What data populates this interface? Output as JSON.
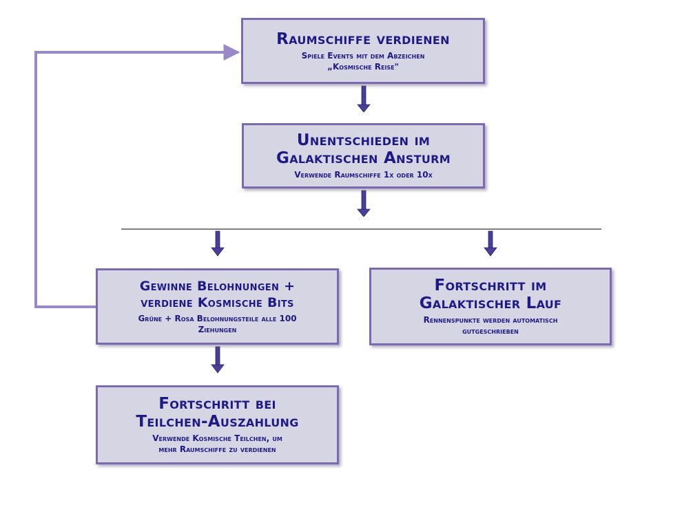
{
  "colors": {
    "box_fill": "#d6d5e3",
    "box_border": "#7b6ab0",
    "text": "#1e1a85",
    "arrow": "#4a3f96",
    "loop_arrow": "#9b88c8",
    "divider": "#333333"
  },
  "nodes": {
    "earn": {
      "title": "Raumschiffe verdienen",
      "subtitle_line1": "Spiele Events mit dem Abzeichen",
      "subtitle_line2": "„Kosmische Reise\""
    },
    "draw": {
      "title_line1": "Unentschieden im",
      "title_line2": "Galaktischen Ansturm",
      "subtitle": "Verwende Raumschiffe 1x oder 10x"
    },
    "win": {
      "title_line1": "Gewinne Belohnungen +",
      "title_line2": "verdiene Kosmische Bits",
      "subtitle_line1": "Grüne + Rosa Belohnungsteile alle 100",
      "subtitle_line2": "Ziehungen"
    },
    "race": {
      "title_line1": "Fortschritt im",
      "title_line2": "Galaktischer Lauf",
      "subtitle_line1": "Rennenspunkte werden automatisch",
      "subtitle_line2": "gutgeschrieben"
    },
    "payout": {
      "title_line1": "Fortschritt bei",
      "title_line2": "Teilchen-Auszahlung",
      "subtitle_line1": "Verwende Kosmische Teilchen, um",
      "subtitle_line2": "mehr Raumschiffe zu verdienen"
    }
  }
}
